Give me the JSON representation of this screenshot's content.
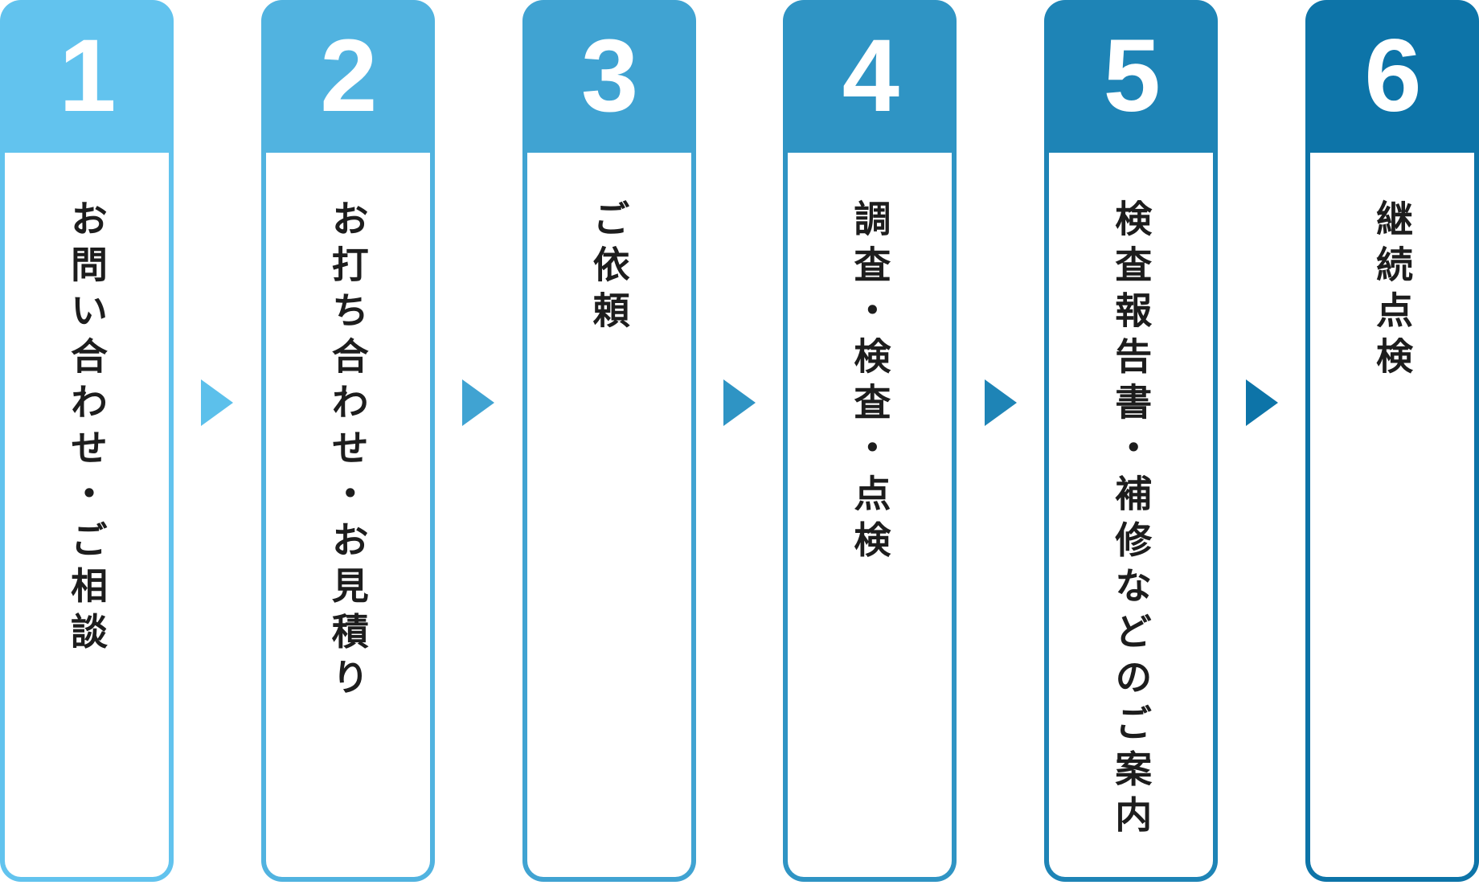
{
  "diagram": {
    "type": "process-flow",
    "orientation": "horizontal",
    "background": "#ffffff",
    "label_text_color": "#1d1d1d",
    "number_text_color": "#ffffff",
    "steps": [
      {
        "number": "1",
        "label": "お問い合わせ・ご相談",
        "color": "#62C3EE"
      },
      {
        "number": "2",
        "label": "お打ち合わせ・お見積り",
        "color": "#51B3E0"
      },
      {
        "number": "3",
        "label": "ご依頼",
        "color": "#40A3D2"
      },
      {
        "number": "4",
        "label": "調査・検査・点検",
        "color": "#2F94C4"
      },
      {
        "number": "5",
        "label": "検査報告書・補修などのご案内",
        "color": "#1E84B6"
      },
      {
        "number": "6",
        "label": "継続点検",
        "color": "#0D74A8"
      }
    ],
    "arrows": [
      {
        "icon": "right-triangle-arrow",
        "color": "#5CC0EB"
      },
      {
        "icon": "right-triangle-arrow",
        "color": "#40A3D2"
      },
      {
        "icon": "right-triangle-arrow",
        "color": "#2F94C4"
      },
      {
        "icon": "right-triangle-arrow",
        "color": "#1E84B6"
      },
      {
        "icon": "right-triangle-arrow",
        "color": "#0D74A8"
      }
    ]
  }
}
